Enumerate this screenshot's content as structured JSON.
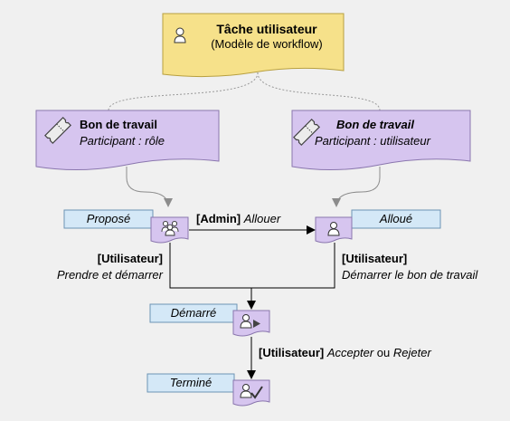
{
  "task": {
    "title": "Tâche utilisateur",
    "subtitle": "(Modèle de workflow)"
  },
  "work_orders": [
    {
      "title": "Bon de travail",
      "participant": "Participant : rôle"
    },
    {
      "title": "Bon de travail",
      "participant": "Participant : utilisateur"
    }
  ],
  "states": {
    "propose": "Proposé",
    "alloue": "Alloué",
    "demarre": "Démarré",
    "termine": "Terminé"
  },
  "transitions": {
    "allouer": {
      "role": "[Admin]",
      "action": "Allouer"
    },
    "prendre": {
      "role": "[Utilisateur]",
      "action": "Prendre et démarrer"
    },
    "demarrer_bon": {
      "role": "[Utilisateur]",
      "action": "Démarrer le bon de travail"
    },
    "accepter": {
      "role": "[Utilisateur]",
      "action": "Accepter",
      "conj": "ou",
      "action2": "Rejeter"
    }
  },
  "icons": {
    "task": "user-icon",
    "work_order": "ticket-icon",
    "propose_node": "group-icon",
    "alloue_node": "user-icon",
    "demarre_node": "user-play-icon",
    "termine_node": "user-check-icon"
  },
  "colors": {
    "task_fill": "#f6e18a",
    "task_stroke": "#b8a040",
    "purple_fill": "#d6c5ef",
    "purple_stroke": "#8a76ae",
    "state_fill": "#d4e8f7",
    "state_stroke": "#6d93b4"
  }
}
